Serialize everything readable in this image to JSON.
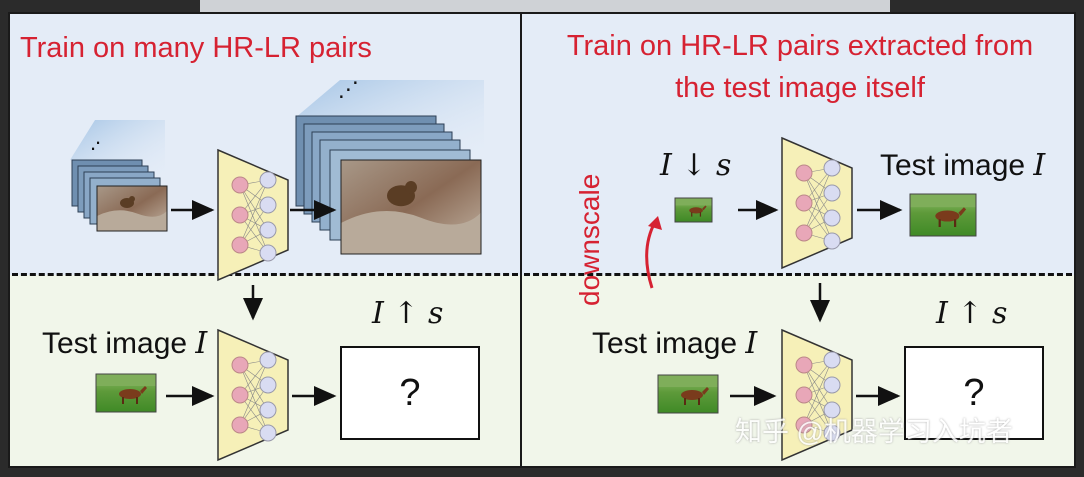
{
  "left_panel": {
    "title": "Train on many HR-LR pairs",
    "test_image_label": "Test image",
    "test_image_symbol": "I",
    "output_label": "I ↑ s",
    "output_placeholder": "?"
  },
  "right_panel": {
    "title_line1": "Train on HR-LR pairs extracted from",
    "title_line2": "the test image itself",
    "downscaled_label": "I ↓ s",
    "train_target_label": "Test image",
    "train_target_symbol": "I",
    "downscale_label": "downscale",
    "test_image_label": "Test image",
    "test_image_symbol": "I",
    "output_label": "I ↑ s",
    "output_placeholder": "?"
  },
  "watermark": "知乎 @机器学习入坑者",
  "colors": {
    "title_red": "#d62232",
    "top_panel_bg": "#e4ecf7",
    "bottom_panel_bg": "#f1f6ea",
    "net_fill": "#f6f0b8",
    "node_pink": "#e8a7b8",
    "node_lavender": "#d9dcf2"
  }
}
